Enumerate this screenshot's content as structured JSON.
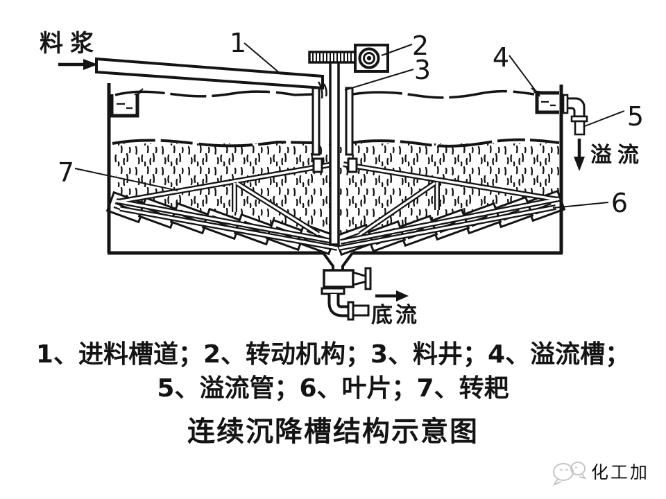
{
  "diagram": {
    "labels": {
      "feed": "料浆",
      "overflow": "溢流",
      "underflow": "底流"
    },
    "callouts": [
      "1",
      "2",
      "3",
      "4",
      "5",
      "6",
      "7"
    ]
  },
  "legend": {
    "line1": "1、进料槽道；2、转动机构；3、料井；4、溢流槽；",
    "line2": "5、溢流管；6、叶片；7、转耙"
  },
  "title": {
    "text": "连续沉降槽结构示意图",
    "color": "#cf241c"
  },
  "watermark": {
    "text": "化工加",
    "color": "#b0b0b0"
  },
  "colors": {
    "ink": "#141414",
    "title_red": "#cf241c",
    "watermark_gray": "#b0b0b0"
  }
}
